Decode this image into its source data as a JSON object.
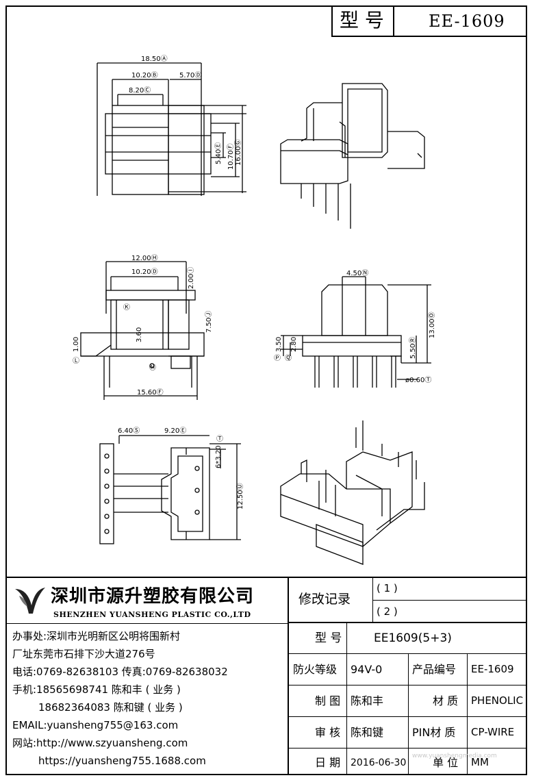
{
  "header": {
    "model_label": "型 号",
    "model_value": "EE-1609"
  },
  "drawing": {
    "top_view": {
      "dims": [
        "18.50Ⓐ",
        "10.20Ⓑ",
        "5.70Ⓓ",
        "8.20Ⓒ",
        "5.40Ⓔ",
        "10.70Ⓕ",
        "16.00Ⓖ"
      ]
    },
    "front_view": {
      "dims": [
        "12.00Ⓗ",
        "10.20Ⓓ",
        "2.00Ⓘ",
        "7.50Ⓙ",
        "Ⓚ",
        "1.00",
        "Ⓛ",
        "3.60",
        "Ⓜ",
        "15.60Ⓕ"
      ]
    },
    "side_view": {
      "dims": [
        "4.50Ⓝ",
        "13.00Ⓞ",
        "3.50",
        "2.80",
        "Ⓟ",
        "Ⓠ",
        "5.50Ⓡ",
        "ø0.60Ⓣ"
      ]
    },
    "bottom_view": {
      "dims": [
        "6.40Ⓢ",
        "9.20Ⓔ",
        "Ⓣ",
        "6*3.20",
        "12.50Ⓤ"
      ]
    }
  },
  "company": {
    "name_cn": "深圳市源升塑胶有限公司",
    "name_en": "SHENZHEN YUANSHENG PLASTIC CO.,LTD",
    "lines": [
      "办事处:深圳市光明新区公明将围新村",
      "厂址东莞市石排下沙大道276号",
      "电话:0769-82638103 传真:0769-82638032",
      "手机:18565698741 陈和丰 ( 业务 )",
      "18682364083 陈和键 ( 业务 )",
      "EMAIL:yuansheng755@163.com",
      "网站:http://www.szyuansheng.com",
      "https://yuansheng755.1688.com"
    ]
  },
  "info_table": {
    "revision_label": "修改记录",
    "revisions": [
      "( 1 )",
      "( 2 )"
    ],
    "model_label": "型 号",
    "model_value": "EE1609(5+3)",
    "fire_label": "防火等级",
    "fire_value": "94V-0",
    "product_no_label": "产品编号",
    "product_no_value": "EE-1609",
    "drawn_label": "制 图",
    "drawn_value": "陈和丰",
    "material_label": "材 质",
    "material_value": "PHENOLIC",
    "check_label": "审 核",
    "check_value": "陈和键",
    "pin_label": "PIN材 质",
    "pin_value": "CP-WIRE",
    "date_label": "日 期",
    "date_value": "2016-06-30",
    "unit_label": "单 位",
    "unit_value": "MM"
  },
  "watermark": "www.yuanshengmedia.com"
}
